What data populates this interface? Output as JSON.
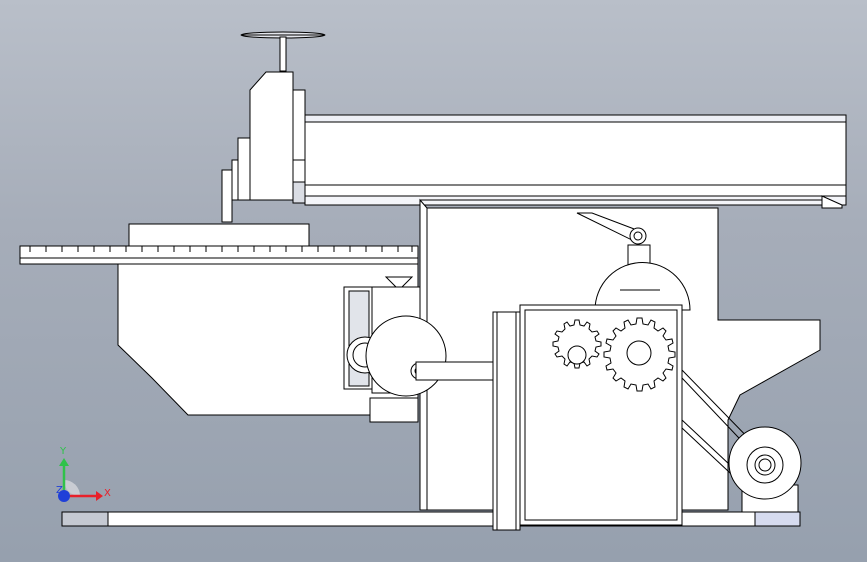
{
  "viewport": {
    "background_top": "#b9bfc9",
    "background_bottom": "#96a0ae"
  },
  "triad": {
    "x_label": "X",
    "y_label": "Y",
    "z_label": "Z",
    "x_color": "#e8202a",
    "y_color": "#2fc24a",
    "z_color": "#1f3fd8"
  },
  "model": {
    "line_color": "#000000",
    "fill_color": "#ffffff",
    "shade_color": "#e9ecf4"
  }
}
